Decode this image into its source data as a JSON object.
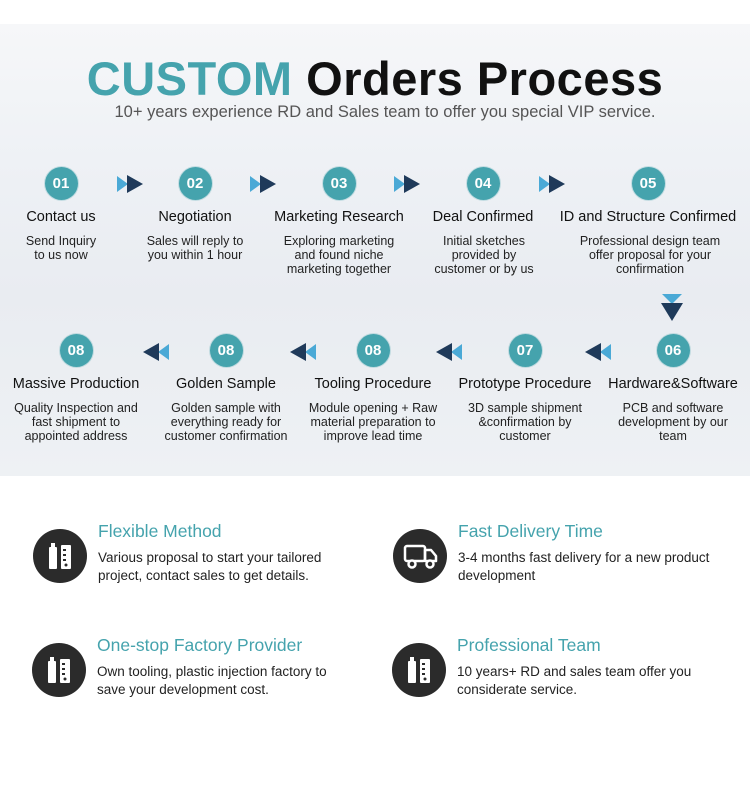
{
  "header": {
    "title_accent": "CUSTOM",
    "title_rest": "Orders Process",
    "subtitle": "10+ years experience RD and Sales team to offer you special VIP service."
  },
  "colors": {
    "accent": "#45a3ad",
    "dark": "#2b2b2b",
    "arrow_dark": "#1f3a5a",
    "arrow_light": "#4aa9d6"
  },
  "steps_row1": [
    {
      "number": "01",
      "name": "Contact us",
      "desc": "Send Inquiry to us now"
    },
    {
      "number": "02",
      "name": "Negotiation",
      "desc": "Sales will reply to you within 1 hour"
    },
    {
      "number": "03",
      "name": "Marketing Research",
      "desc": "Exploring  marketing and found niche marketing together"
    },
    {
      "number": "04",
      "name": "Deal Confirmed",
      "desc": "Initial sketches provided by customer or by us"
    },
    {
      "number": "05",
      "name": "ID and Structure Confirmed",
      "desc": "Professional design team offer proposal for your confirmation"
    }
  ],
  "steps_row2": [
    {
      "number": "08",
      "name": "Massive Production",
      "desc": "Quality Inspection and fast shipment to appointed address"
    },
    {
      "number": "08",
      "name": "Golden Sample",
      "desc": "Golden sample with everything ready for customer confirmation"
    },
    {
      "number": "08",
      "name": "Tooling Procedure",
      "desc": "Module opening + Raw material preparation to improve lead time"
    },
    {
      "number": "07",
      "name": "Prototype Procedure",
      "desc": "3D sample shipment &confirmation by customer"
    },
    {
      "number": "06",
      "name": "Hardware&Software",
      "desc": "PCB and software development by our team"
    }
  ],
  "benefits": [
    {
      "title": "Flexible Method",
      "desc": "Various proposal to start your tailored project, contact sales to get details.",
      "icon": "tools-icon"
    },
    {
      "title": "Fast Delivery Time",
      "desc": "3-4 months fast delivery for a new product development",
      "icon": "delivery-truck-icon"
    },
    {
      "title": "One-stop Factory Provider",
      "desc": "Own tooling, plastic injection factory to save your development cost.",
      "icon": "tools-icon"
    },
    {
      "title": "Professional Team",
      "desc": "10 years+ RD and sales team offer you considerate service.",
      "icon": "tools-icon"
    }
  ]
}
